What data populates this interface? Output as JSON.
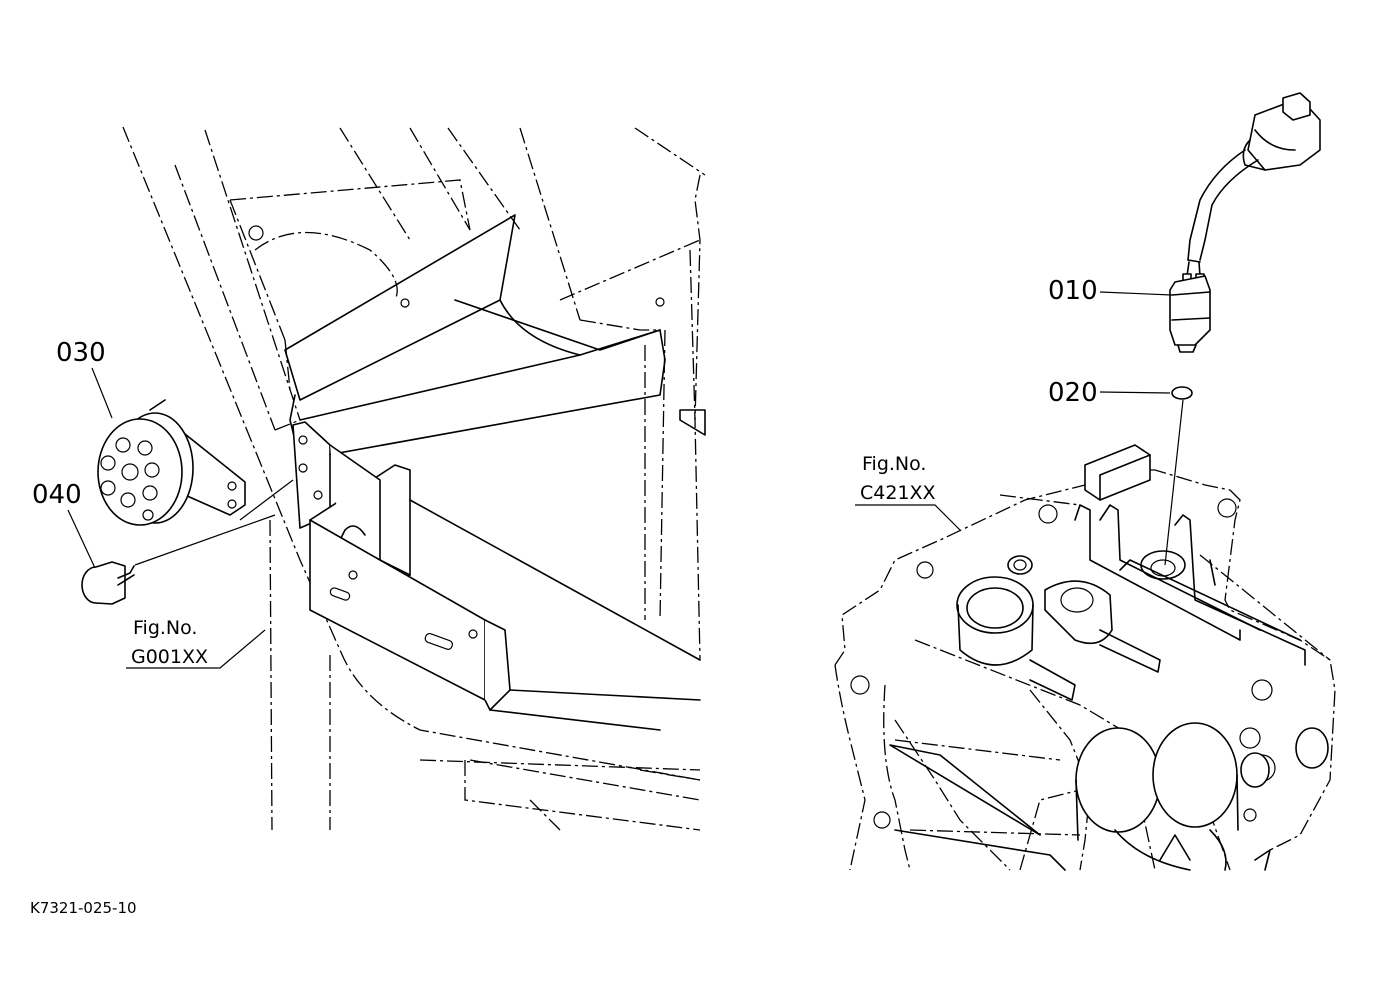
{
  "callouts": {
    "part_010": "010",
    "part_020": "020",
    "part_030": "030",
    "part_040": "040"
  },
  "figure_refs": {
    "left": {
      "label": "Fig.No.",
      "code": "G001XX"
    },
    "right": {
      "label": "Fig.No.",
      "code": "C421XX"
    }
  },
  "drawing_number": "K7321-025-10",
  "colors": {
    "line": "#000000",
    "background": "#ffffff"
  }
}
